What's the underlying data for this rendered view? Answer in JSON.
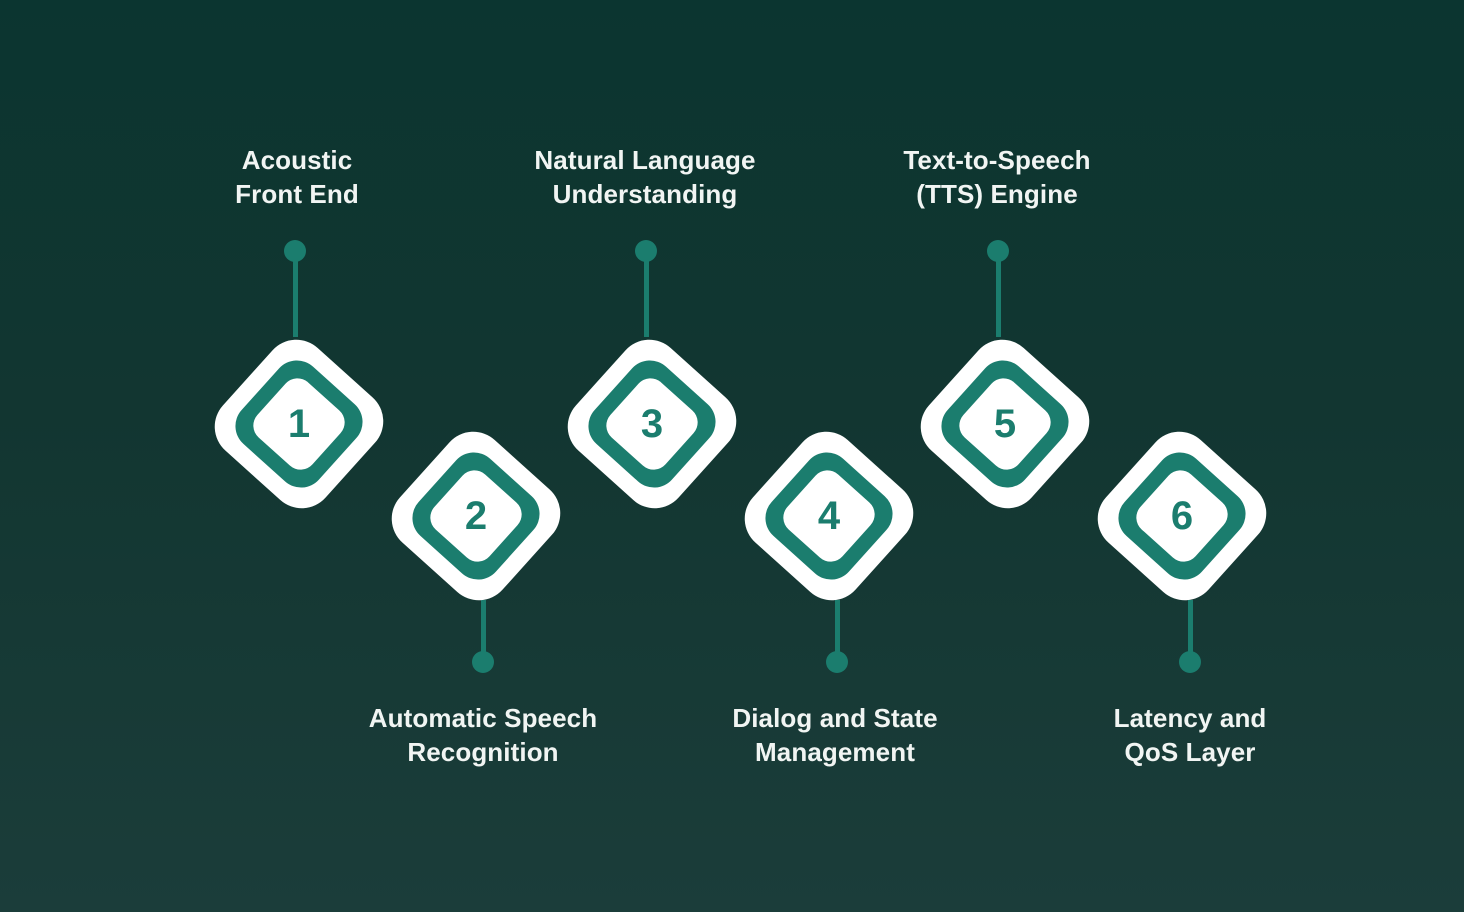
{
  "colors": {
    "background_top": "#0b3530",
    "background_bottom": "#1b3d3a",
    "accent_teal": "#1b7d6e",
    "diamond_white": "#ffffff",
    "label_text": "#f1f5f3"
  },
  "steps": [
    {
      "number": "1",
      "label_line1": "Acoustic",
      "label_line2": "Front End",
      "label_position": "top"
    },
    {
      "number": "2",
      "label_line1": "Automatic Speech",
      "label_line2": "Recognition",
      "label_position": "bottom"
    },
    {
      "number": "3",
      "label_line1": "Natural Language",
      "label_line2": "Understanding",
      "label_position": "top"
    },
    {
      "number": "4",
      "label_line1": "Dialog and State",
      "label_line2": "Management",
      "label_position": "bottom"
    },
    {
      "number": "5",
      "label_line1": "Text-to-Speech",
      "label_line2": "(TTS) Engine",
      "label_position": "top"
    },
    {
      "number": "6",
      "label_line1": "Latency and",
      "label_line2": "QoS Layer",
      "label_position": "bottom"
    }
  ]
}
